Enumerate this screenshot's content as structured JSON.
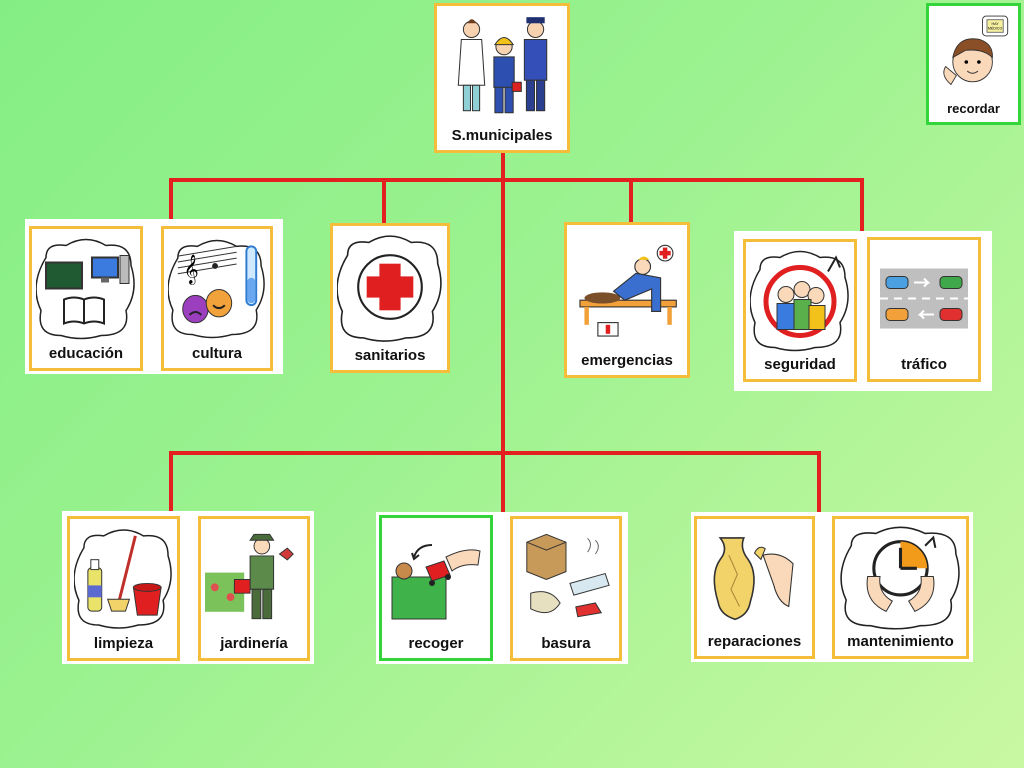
{
  "root": {
    "label": "S.municipales",
    "icon": "municipal-workers-icon"
  },
  "remember": {
    "label": "recordar",
    "icon": "person-thinking-icon",
    "bubble_text": [
      "HAY",
      "MÉDICO"
    ]
  },
  "level1": [
    {
      "label": "educación",
      "icon": "school-icon"
    },
    {
      "label": "cultura",
      "icon": "culture-icon"
    },
    {
      "label": "sanitarios",
      "icon": "red-cross-icon"
    },
    {
      "label": "emergencias",
      "icon": "first-aid-icon"
    },
    {
      "label": "seguridad",
      "icon": "security-icon"
    },
    {
      "label": "tráfico",
      "icon": "traffic-icon"
    }
  ],
  "level2": [
    {
      "label": "limpieza",
      "icon": "cleaning-icon"
    },
    {
      "label": "jardinería",
      "icon": "gardener-icon"
    },
    {
      "label": "recoger",
      "icon": "pick-up-icon"
    },
    {
      "label": "basura",
      "icon": "garbage-icon"
    },
    {
      "label": "reparaciones",
      "icon": "repair-vase-icon"
    },
    {
      "label": "mantenimiento",
      "icon": "maintenance-clock-icon"
    }
  ],
  "colors": {
    "connector": "#e41f1f",
    "card_border": "#f5be3a",
    "highlight_border": "#33d53a"
  }
}
